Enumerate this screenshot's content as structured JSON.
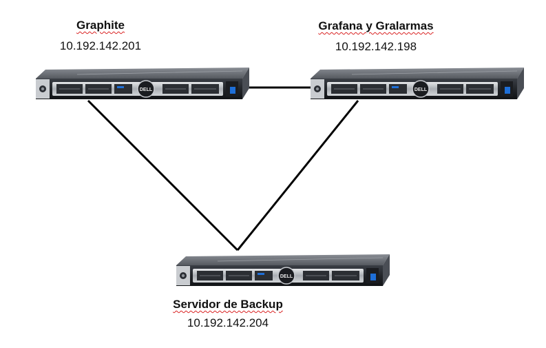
{
  "nodes": {
    "graphite": {
      "name": "Graphite",
      "ip": "10.192.142.201"
    },
    "grafana": {
      "name": "Grafana y Gralarmas",
      "ip": "10.192.142.198"
    },
    "backup": {
      "name": "Servidor de Backup",
      "ip": "10.192.142.204"
    }
  },
  "server_brand": "DELL",
  "connections": [
    {
      "from": "graphite",
      "to": "grafana"
    },
    {
      "from": "graphite",
      "to": "backup"
    },
    {
      "from": "grafana",
      "to": "backup"
    }
  ],
  "colors": {
    "line": "#000000",
    "chassis_top": "#6f737a",
    "chassis_front": "#2a2d33",
    "bezel_silver": "#b9bdc3",
    "accent_blue": "#1e6fd8",
    "spellcheck_underline": "#d92020"
  }
}
